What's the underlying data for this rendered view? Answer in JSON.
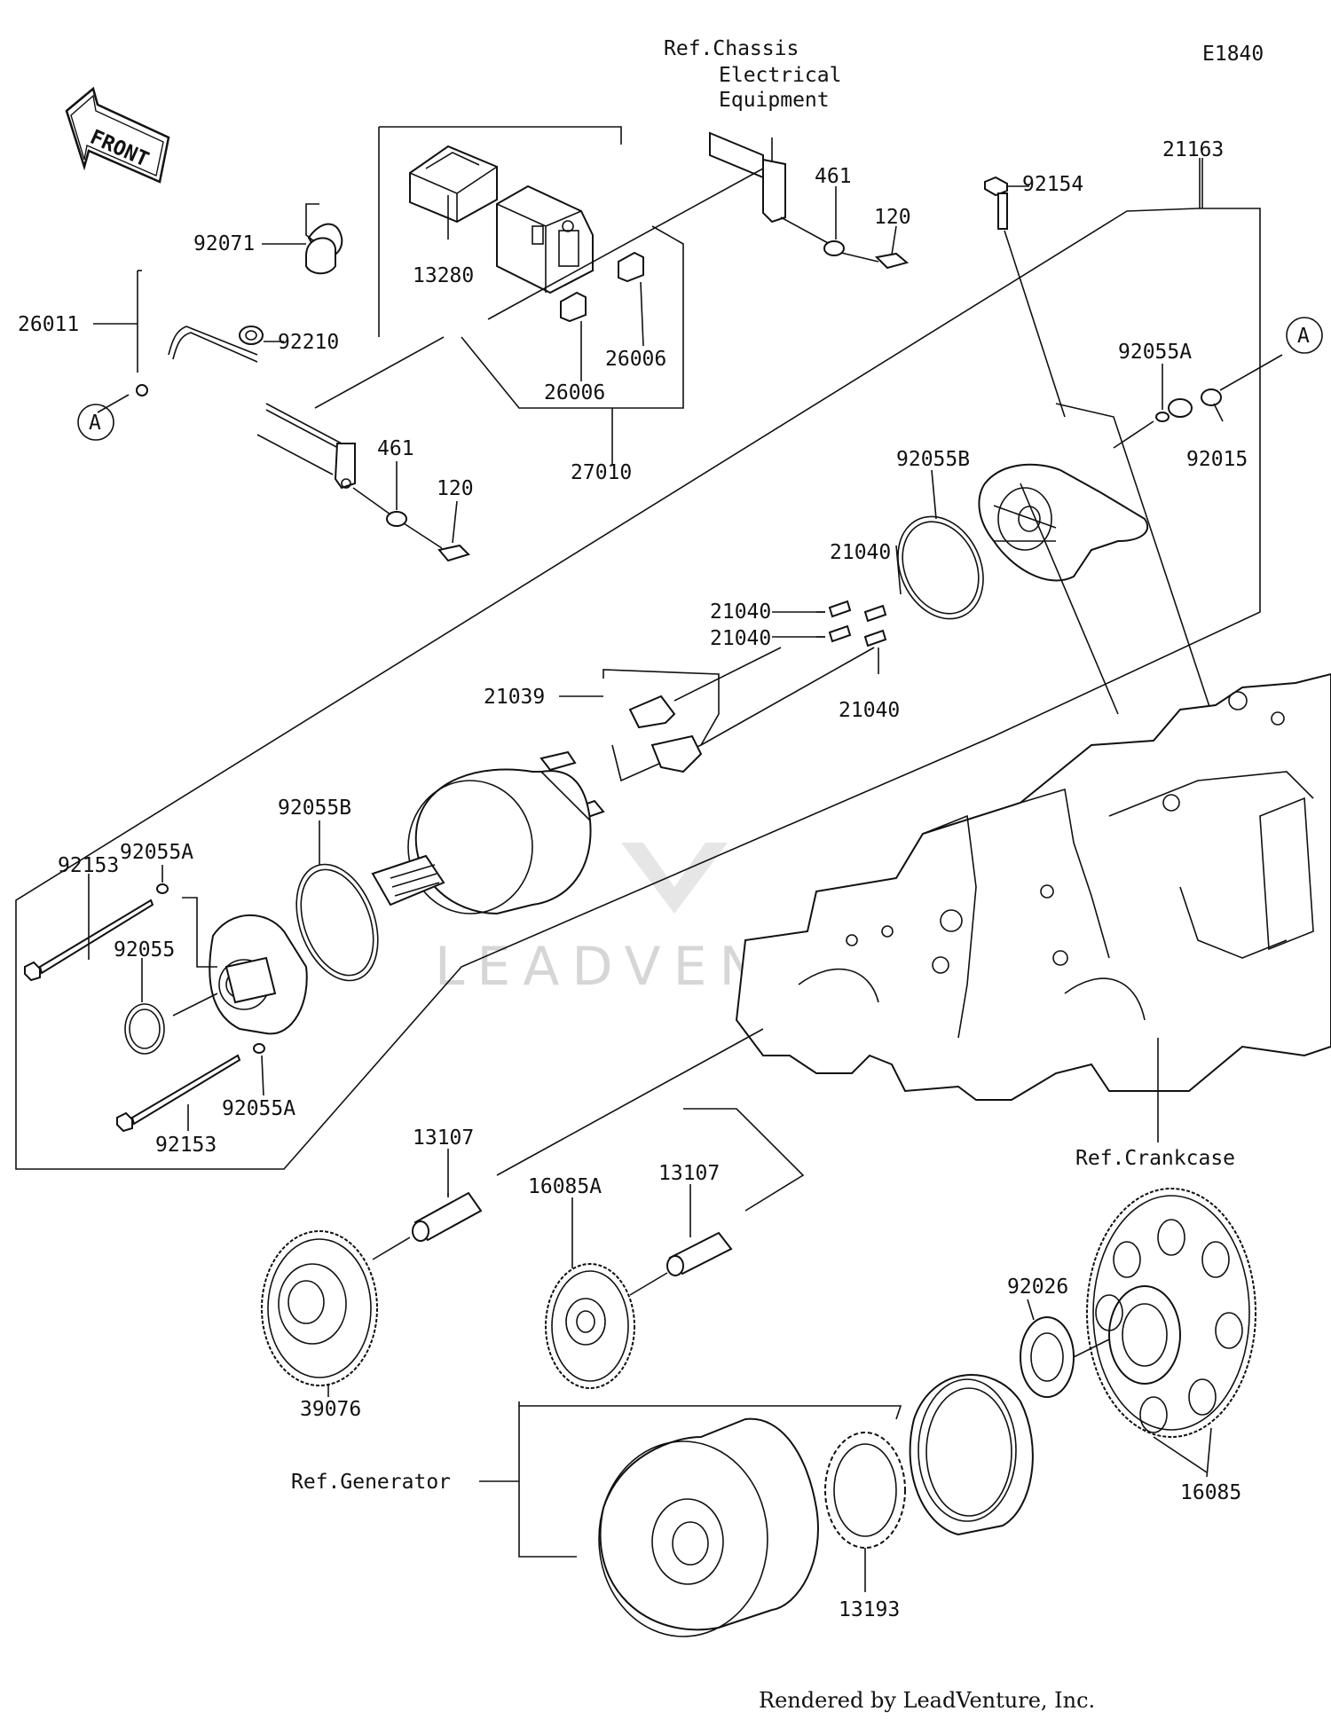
{
  "diagram_id": "E1840",
  "front_label": "FRONT",
  "callout_a": "A",
  "refs": {
    "chassis_line1": "Ref.Chassis",
    "chassis_line2": "Electrical",
    "chassis_line3": "Equipment",
    "crankcase": "Ref.Crankcase",
    "generator": "Ref.Generator"
  },
  "watermark": "LEADVENT",
  "credit": "Rendered by LeadVenture, Inc.",
  "parts": {
    "p21163": "21163",
    "p92154": "92154",
    "p461a": "461",
    "p120a": "120",
    "p13280": "13280",
    "p26006a": "26006",
    "p26006b": "26006",
    "p27010": "27010",
    "p92071": "92071",
    "p26011": "26011",
    "p92210": "92210",
    "p461b": "461",
    "p120b": "120",
    "p92055A_top": "92055A",
    "p92015": "92015",
    "p92055B_top": "92055B",
    "p21040_a": "21040",
    "p21040_b": "21040",
    "p21040_c": "21040",
    "p21040_d": "21040",
    "p21039": "21039",
    "p92055A_left": "92055A",
    "p92055B_left": "92055B",
    "p92153_top": "92153",
    "p92055": "92055",
    "p92153_bot": "92153",
    "p92055A_bot": "92055A",
    "p13107_a": "13107",
    "p13107_b": "13107",
    "p16085A": "16085A",
    "p39076": "39076",
    "p92026": "92026",
    "p16085": "16085",
    "p13193": "13193"
  }
}
